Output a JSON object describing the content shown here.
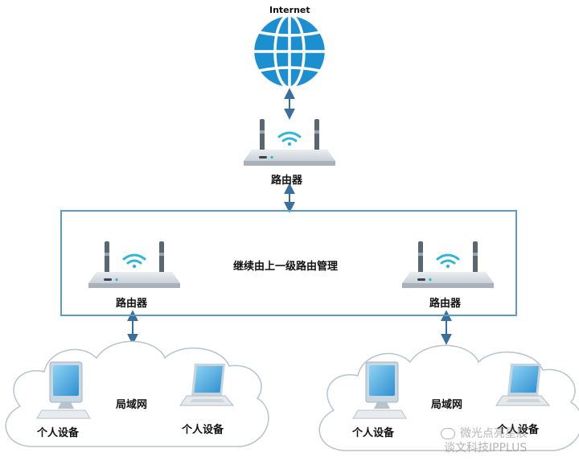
{
  "internet_label": "Internet",
  "top_router_label": "路由器",
  "managed_group_label": "继续由上一级路由管理",
  "left_router_label": "路由器",
  "right_router_label": "路由器",
  "left_lan": {
    "title": "局域网",
    "device_left_label": "个人设备",
    "device_right_label": "个人设备"
  },
  "right_lan": {
    "title": "局域网",
    "device_left_label": "个人设备",
    "device_right_label": "个人设备"
  },
  "watermark": {
    "line1": "微光点亮星辰",
    "line2": "谈文科技IPPLUS"
  },
  "colors": {
    "globe": "#1b8fd0",
    "arrow": "#3a6e9c",
    "box_border": "#5a9cc8",
    "wifi": "#2fb6d6",
    "cloud_stroke": "#b9c3cc"
  }
}
